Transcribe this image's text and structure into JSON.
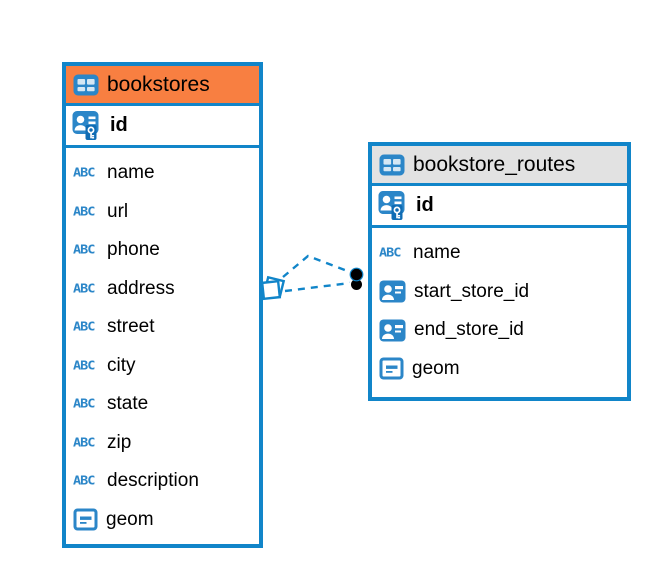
{
  "diagram": {
    "colors": {
      "accent_blue": "#1185c9",
      "icon_blue": "#2b86c8",
      "icon_blue_dark": "#0f6cb4",
      "header_orange": "#f87f41",
      "header_gray": "#e2e2e2",
      "text_color": "#000000",
      "canvas_bg": "#ffffff"
    },
    "tables": [
      {
        "name": "bookstores",
        "header_style": "orange",
        "header_icon": "table-icon",
        "primary_key": {
          "name": "id",
          "icon": "primary-key-icon"
        },
        "columns": [
          {
            "name": "name",
            "icon": "text-type-icon"
          },
          {
            "name": "url",
            "icon": "text-type-icon"
          },
          {
            "name": "phone",
            "icon": "text-type-icon"
          },
          {
            "name": "address",
            "icon": "text-type-icon"
          },
          {
            "name": "street",
            "icon": "text-type-icon"
          },
          {
            "name": "city",
            "icon": "text-type-icon"
          },
          {
            "name": "state",
            "icon": "text-type-icon"
          },
          {
            "name": "zip",
            "icon": "text-type-icon"
          },
          {
            "name": "description",
            "icon": "text-type-icon"
          },
          {
            "name": "geom",
            "icon": "object-type-icon"
          }
        ]
      },
      {
        "name": "bookstore_routes",
        "header_style": "gray",
        "header_icon": "table-icon",
        "primary_key": {
          "name": "id",
          "icon": "primary-key-icon"
        },
        "columns": [
          {
            "name": "name",
            "icon": "text-type-icon"
          },
          {
            "name": "start_store_id",
            "icon": "foreign-key-icon"
          },
          {
            "name": "end_store_id",
            "icon": "foreign-key-icon"
          },
          {
            "name": "geom",
            "icon": "object-type-icon"
          }
        ]
      }
    ],
    "relationships": [
      {
        "from_table": "bookstore_routes",
        "to_table": "bookstores",
        "line_style": "dashed",
        "source_marker": "filled-circle",
        "target_marker": "diamond"
      },
      {
        "from_table": "bookstore_routes",
        "to_table": "bookstores",
        "line_style": "dashed",
        "source_marker": "filled-circle",
        "target_marker": "diamond"
      }
    ]
  }
}
